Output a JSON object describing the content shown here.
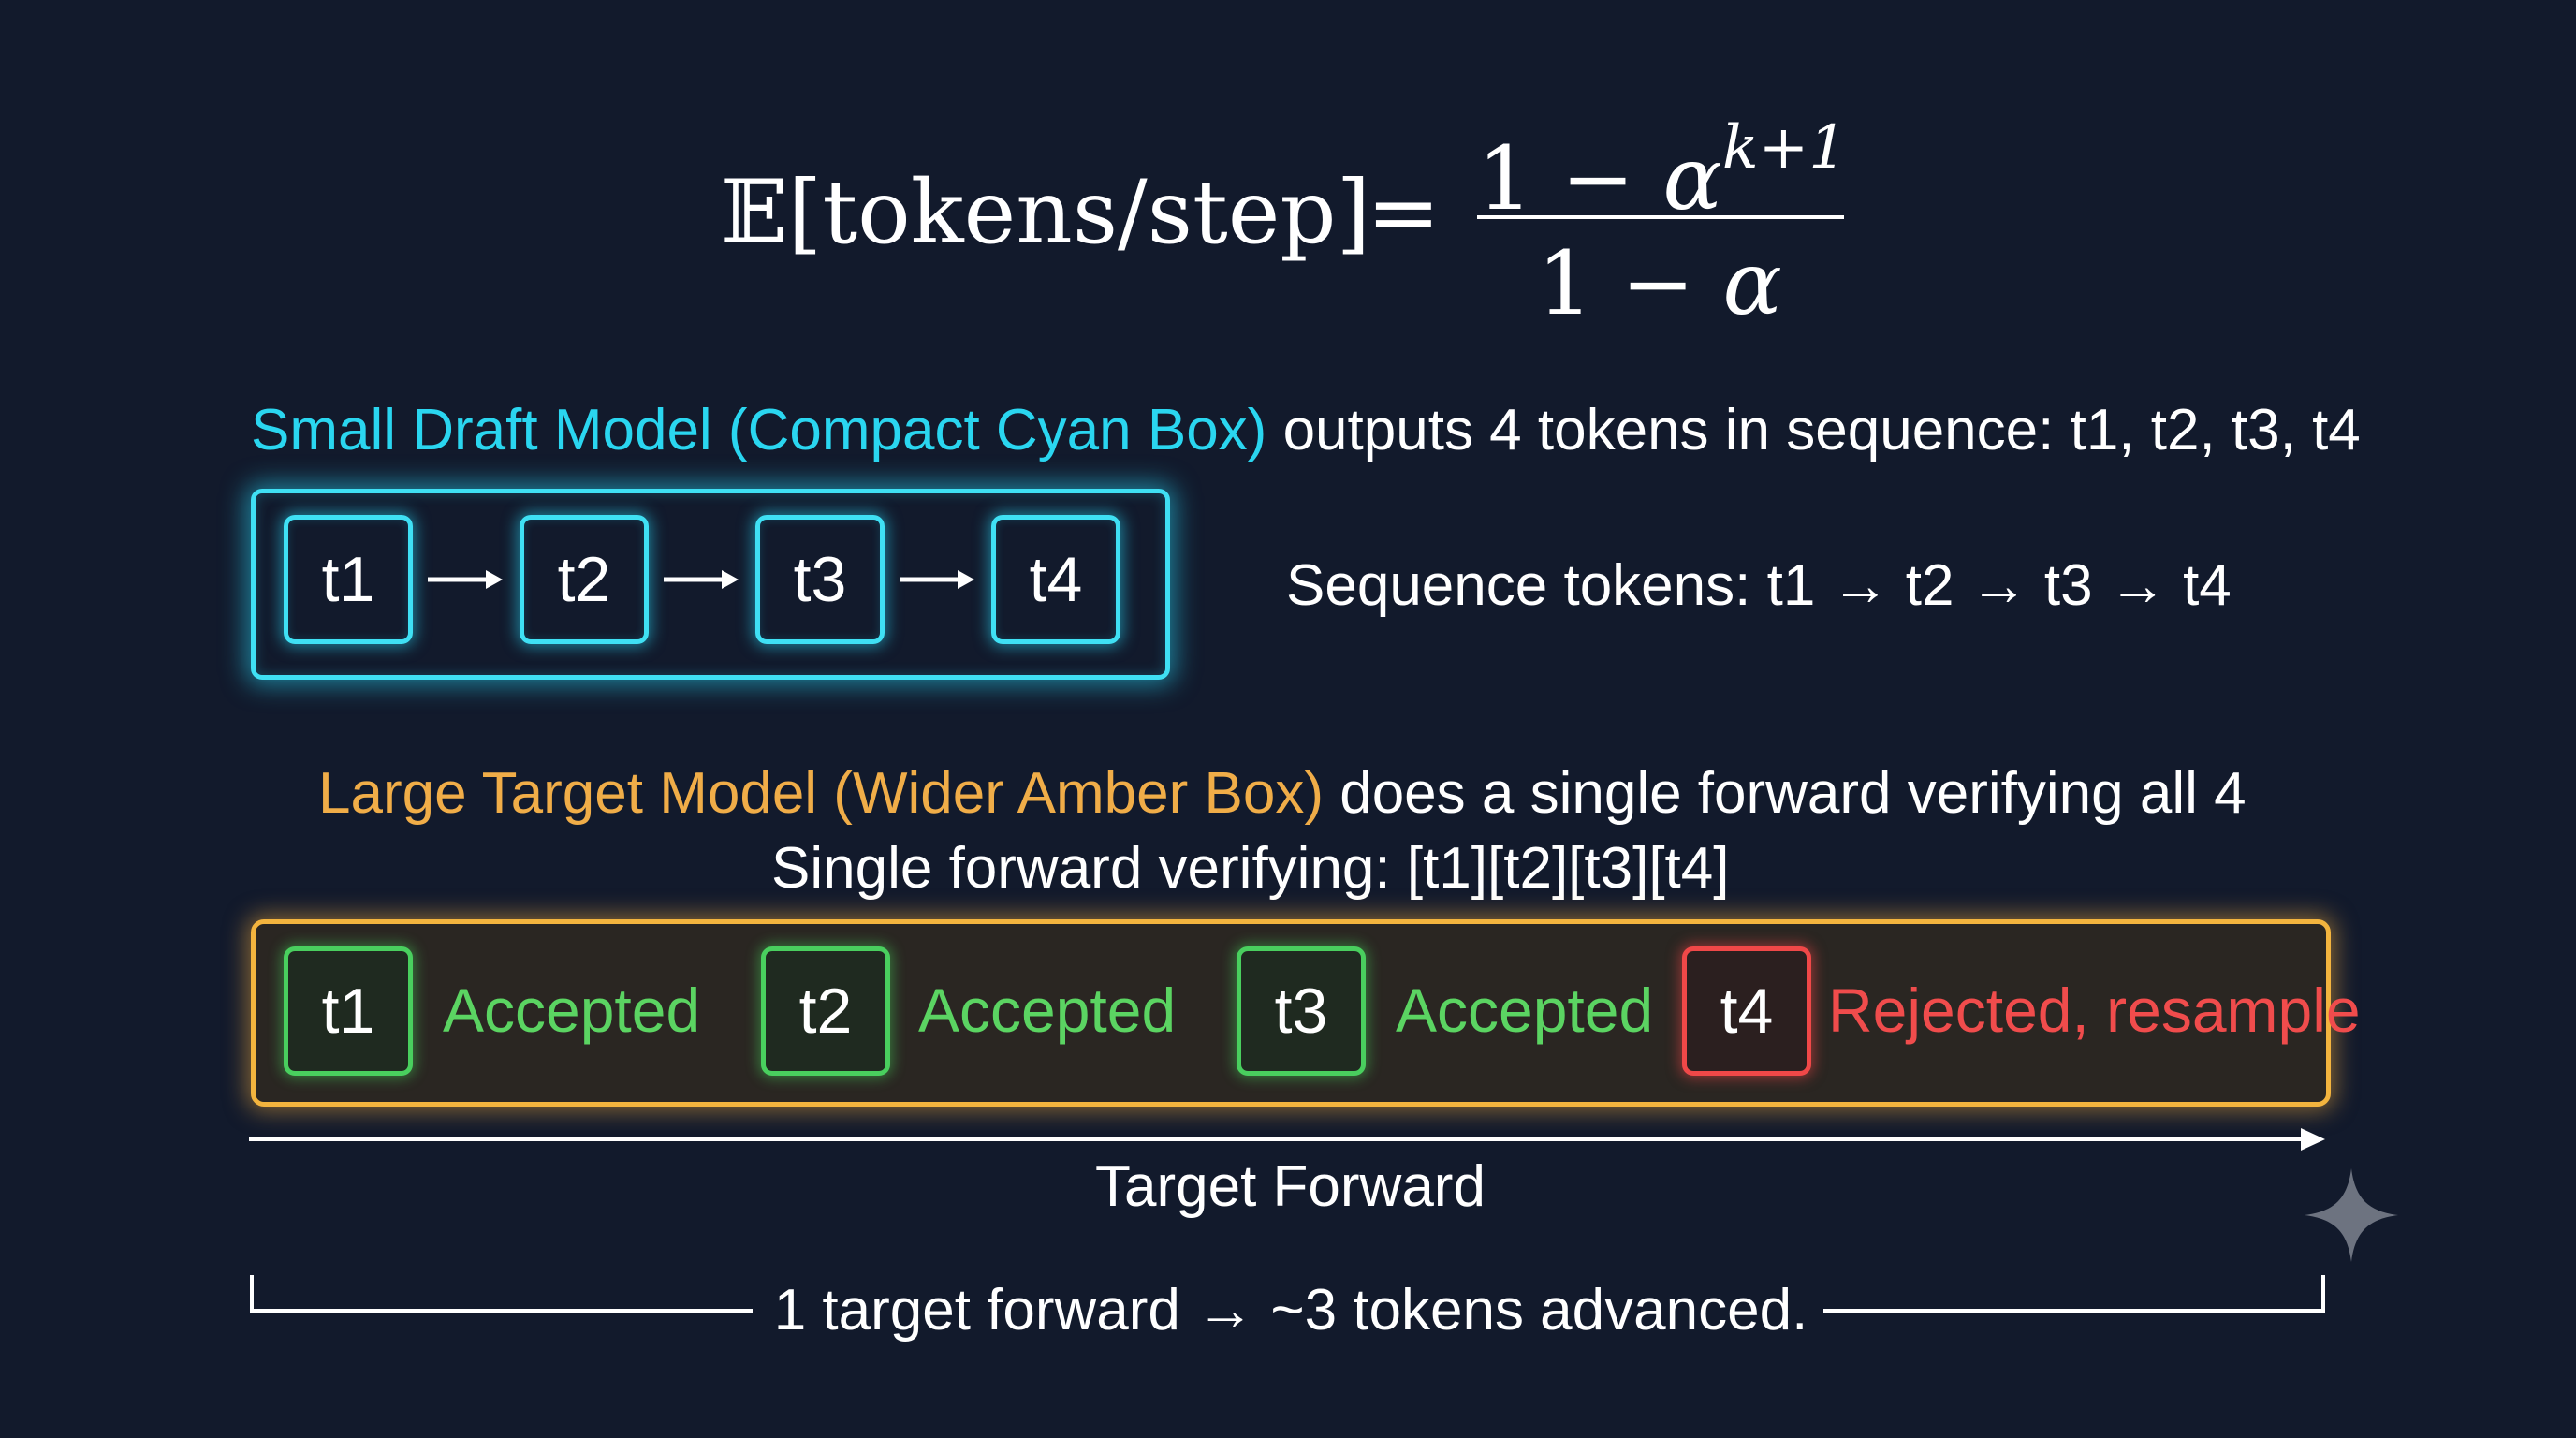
{
  "formula": {
    "lhs": "𝔼[tokens/step]",
    "equals": "=",
    "numerator_base": "1 − ",
    "numerator_var": "α",
    "numerator_exponent": "k+1",
    "denominator_base": "1 − ",
    "denominator_var": "α"
  },
  "draft": {
    "heading_colored": "Small Draft Model (Compact Cyan Box)",
    "heading_rest": " outputs 4 tokens in sequence: t1, t2, t3, t4",
    "tokens": [
      "t1",
      "t2",
      "t3",
      "t4"
    ],
    "sequence_text": "Sequence tokens: t1 → t2 → t3 → t4"
  },
  "target": {
    "heading_colored": "Large Target Model (Wider Amber Box)",
    "heading_rest": " does a single forward verifying all 4",
    "subheading": "Single forward verifying: [t1][t2][t3][t4]",
    "tokens": [
      {
        "label": "t1",
        "verdict": "Accepted",
        "status": "accepted"
      },
      {
        "label": "t2",
        "verdict": "Accepted",
        "status": "accepted"
      },
      {
        "label": "t3",
        "verdict": "Accepted",
        "status": "accepted"
      },
      {
        "label": "t4",
        "verdict": "Rejected, resample",
        "status": "rejected"
      }
    ],
    "forward_label": "Target Forward"
  },
  "summary": {
    "caption": "1 target forward → ~3 tokens advanced."
  },
  "colors": {
    "background": "#121a2c",
    "cyan": "#2ad6f0",
    "amber": "#f0ad48",
    "accepted": "#5bd462",
    "rejected": "#f04c4c"
  },
  "icons": {
    "sparkle": "sparkle-icon"
  }
}
